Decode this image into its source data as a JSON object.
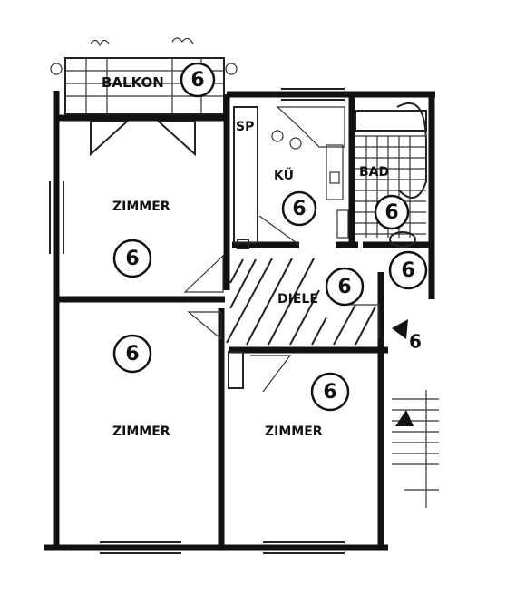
{
  "rooms": {
    "balkon": "BALKON",
    "zimmer_1": "ZIMMER",
    "zimmer_2": "ZIMMER",
    "zimmer_3": "ZIMMER",
    "kueche": "KÜ",
    "speisekammer": "SP",
    "bad": "BAD",
    "diele": "DIELE"
  },
  "smoke_detector_marker": "6"
}
